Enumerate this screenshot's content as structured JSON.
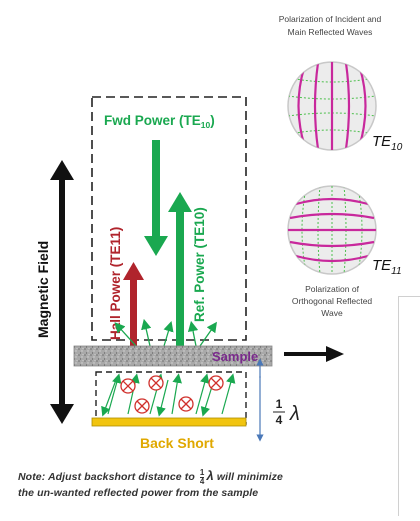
{
  "labels": {
    "polarization_top_line1": "Polarization of Incident and",
    "polarization_top_line2": "Main Reflected Waves",
    "te10_base": "TE",
    "te10_sub": "10",
    "te11_base": "TE",
    "te11_sub": "11",
    "polarization_bottom_line1": "Polarization of",
    "polarization_bottom_line2": "Orthogonal Reflected",
    "polarization_bottom_line3": "Wave",
    "fwd_power_text": "Fwd Power (TE",
    "fwd_power_sub": "10",
    "fwd_power_close": ")",
    "hall_power": "Hall Power (TE11)",
    "ref_power": "Ref. Power (TE10)",
    "magnetic_field": "Magnetic Field",
    "sample": "Sample",
    "back_short": "Back Short",
    "quarter_num": "1",
    "quarter_den": "4",
    "lambda": "λ",
    "note_prefix": "Note: Adjust backshort distance to",
    "note_num": "1",
    "note_den": "4",
    "note_lambda": "λ",
    "note_rest": "will minimize",
    "note_line2": "the un-wanted reflected power from the sample"
  },
  "colors": {
    "fwd_green": "#1aa850",
    "hall_red": "#b0242c",
    "sample_label": "#7a2a8c",
    "back_short_fill": "#f1c40f",
    "back_short_text": "#e0a800",
    "mode_magenta": "#c8289c",
    "mode_green": "#4cbf4c",
    "quarter_arrow": "#4a78b8"
  },
  "icons": {
    "field_arrow": "double-headed-arrow",
    "output_arrow": "right-arrow",
    "mode_te10": "circular-mode-pattern",
    "mode_te11": "circular-mode-pattern",
    "cross_symbol": "circled-x"
  }
}
